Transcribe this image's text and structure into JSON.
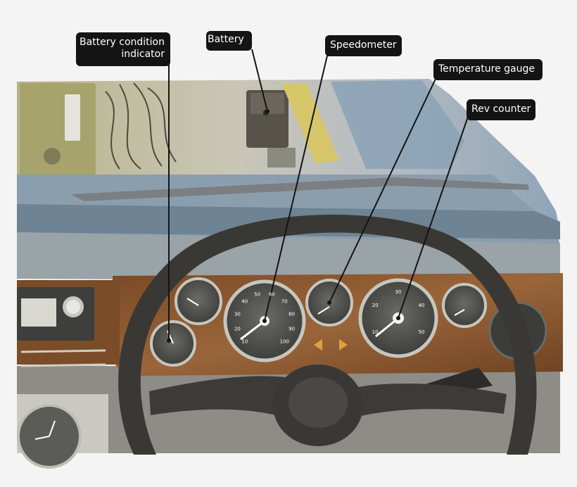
{
  "labels": {
    "battery_condition_indicator": "Battery condition indicator",
    "battery": "Battery",
    "speedometer": "Speedometer",
    "temperature_gauge": "Temperature gauge",
    "rev_counter": "Rev counter"
  },
  "gauges": {
    "speedometer_ticks": [
      "10",
      "20",
      "30",
      "40",
      "50",
      "60",
      "70",
      "80",
      "90",
      "100"
    ],
    "rev_counter_ticks": [
      "10",
      "20",
      "30",
      "40",
      "50"
    ]
  },
  "colors": {
    "label_bg": "#141414",
    "label_text": "#ffffff",
    "dash_wood": "#8a5a32",
    "steering_wheel": "#3a3834",
    "engine_bay": "#a8a890"
  }
}
